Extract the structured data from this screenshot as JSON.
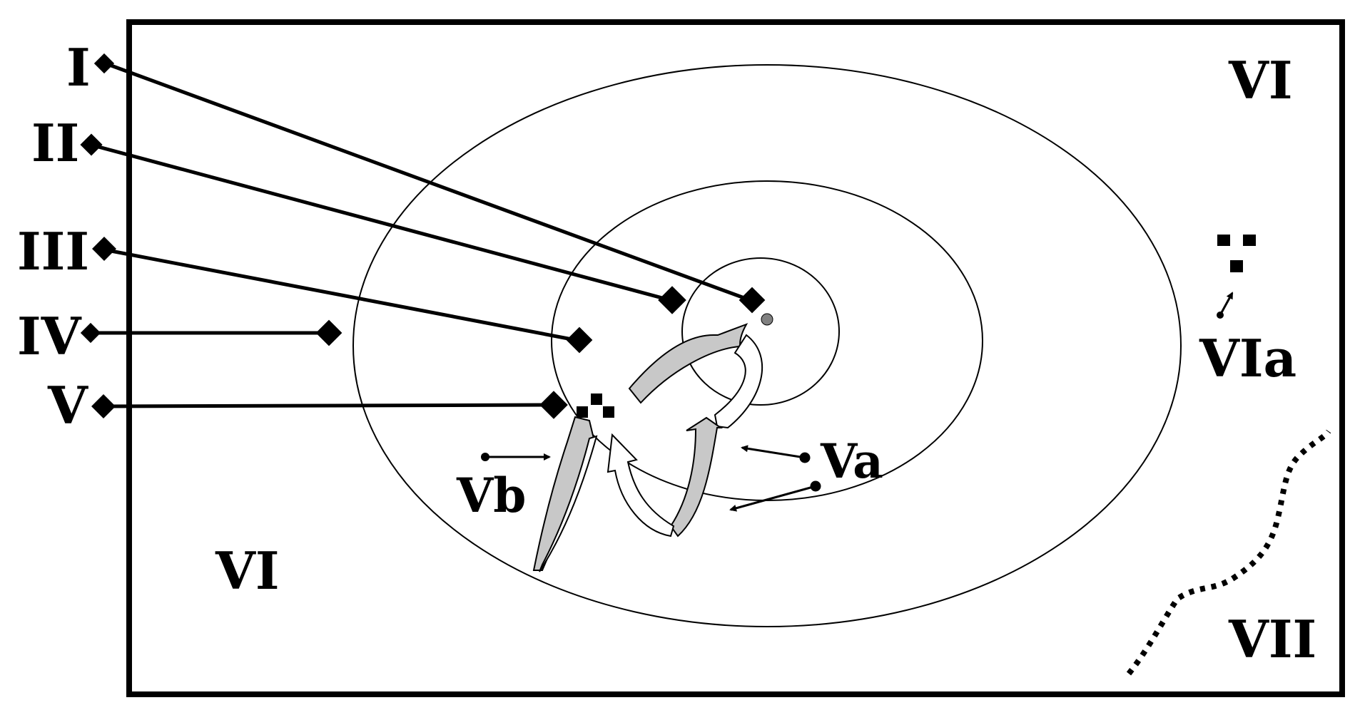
{
  "labels": {
    "i": "I",
    "ii": "II",
    "iii": "III",
    "iv": "IV",
    "v": "V",
    "va": "Va",
    "vb": "Vb",
    "vi_top": "VI",
    "vi_bottom": "VI",
    "via": "VIa",
    "vii": "VII"
  },
  "colors": {
    "ink": "#000000",
    "arrow_fill": "#c8c8c8",
    "center_dot": "#808080",
    "background": "#ffffff"
  }
}
